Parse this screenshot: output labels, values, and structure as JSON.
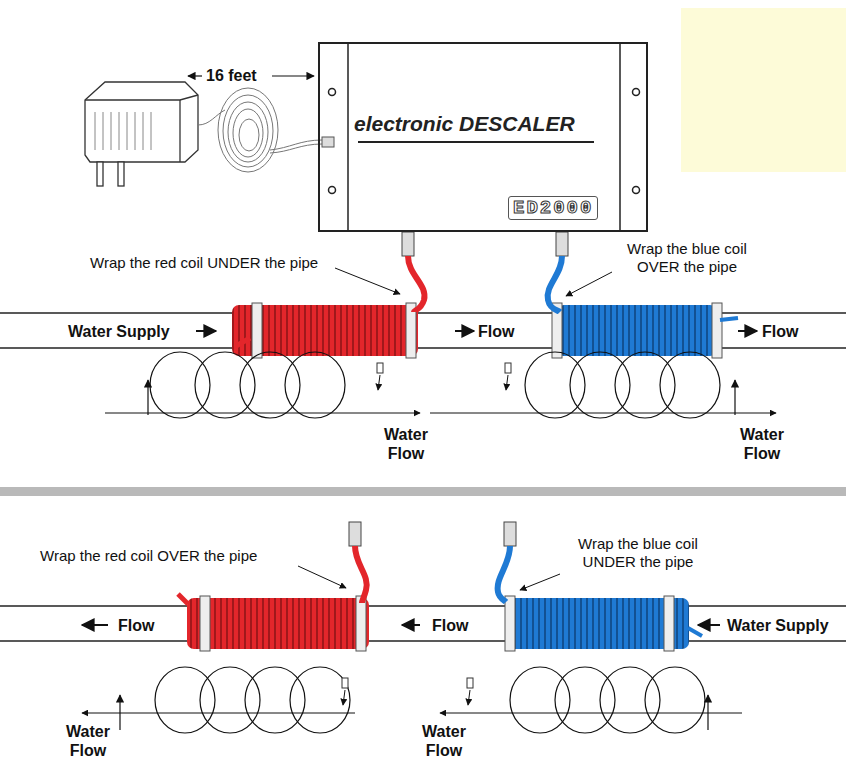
{
  "diagram": {
    "nodes": [
      {
        "text": [
          "electronic DESCALER",
          "ED2000"
        ]
      }
    ],
    "labels": [
      "16 feet",
      "Wrap the red coil UNDER the pipe",
      "Wrap the blue coil OVER the pipe",
      "Water Supply",
      "Flow",
      "Flow",
      "Water Flow",
      "Water Flow",
      "Wrap the red coil OVER the pipe",
      "Wrap the blue coil UNDER the pipe",
      "Flow",
      "Flow",
      "Water Supply",
      "Water Flow",
      "Water Flow"
    ]
  }
}
